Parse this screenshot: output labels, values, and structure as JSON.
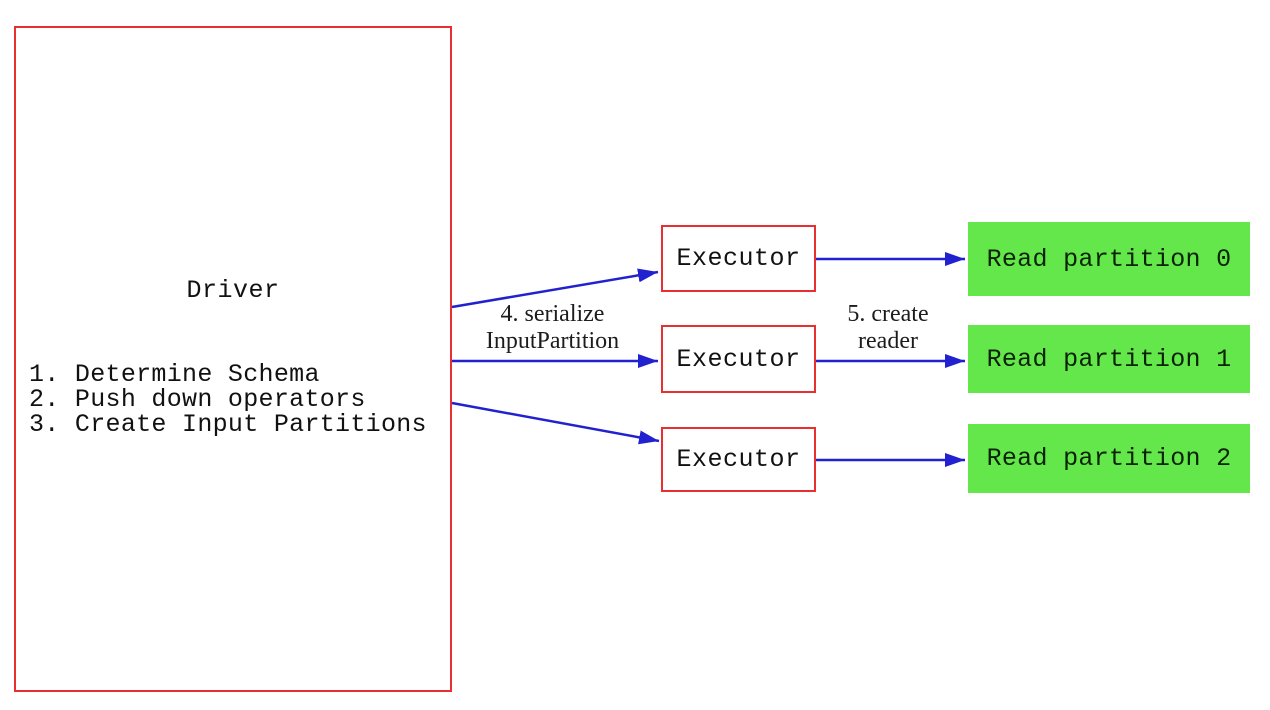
{
  "diagram": {
    "driver": {
      "title": "Driver",
      "steps": [
        "1. Determine Schema",
        "2. Push down operators",
        "3. Create Input Partitions"
      ]
    },
    "executors": [
      {
        "label": "Executor"
      },
      {
        "label": "Executor"
      },
      {
        "label": "Executor"
      }
    ],
    "partitions": [
      {
        "label": "Read partition 0"
      },
      {
        "label": "Read partition 1"
      },
      {
        "label": "Read partition 2"
      }
    ],
    "edge_labels": {
      "serialize": {
        "line1": "4. serialize",
        "line2": "InputPartition"
      },
      "create_reader": {
        "line1": "5. create",
        "line2": "reader"
      }
    },
    "colors": {
      "box_border": "#e83030",
      "arrow": "#2121cf",
      "partition_fill": "#64e74a"
    }
  }
}
